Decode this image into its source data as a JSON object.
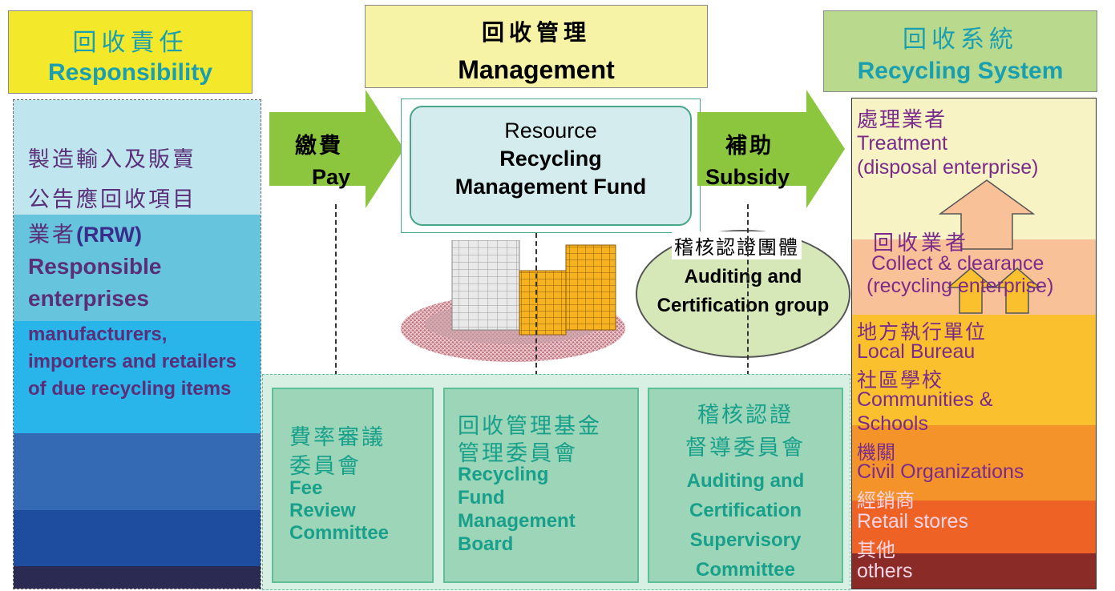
{
  "responsibility": {
    "title_zh": "回收責任",
    "title_en": "Responsibility",
    "lines_zh": [
      "製造輸入及販賣",
      "公告應回收項目"
    ],
    "rrw_zh": "業者",
    "rrw_en": "(RRW)",
    "responsible_en": "Responsible enterprises",
    "detail_en": "manufacturers, importers and retailers of due recycling items"
  },
  "management": {
    "title_zh": "回收管理",
    "title_en": "Management",
    "pay_zh": "繳費",
    "pay_en": "Pay",
    "subsidy_zh": "補助",
    "subsidy_en": "Subsidy",
    "fund_line1": "Resource",
    "fund_line2": "Recycling",
    "fund_line3": "Management Fund",
    "auditing_zh": "稽核認證團體",
    "auditing_en": "Auditing and Certification group"
  },
  "committees": [
    {
      "zh1": "費率審議",
      "zh2": "委員會",
      "en": [
        "Fee",
        "Review",
        "Committee"
      ]
    },
    {
      "zh1": "回收管理基金",
      "zh2": "管理委員會",
      "en": [
        "Recycling",
        "Fund",
        "Management",
        "Board"
      ]
    },
    {
      "zh1": "稽核認證",
      "zh2": "督導委員會",
      "en": [
        "Auditing and",
        "Certification",
        "Supervisory",
        "Committee"
      ]
    }
  ],
  "system": {
    "title_zh": "回收系統",
    "title_en": "Recycling System",
    "treatment_zh": "處理業者",
    "treatment_en1": "Treatment",
    "treatment_en2": "(disposal enterprise)",
    "collect_zh": "回收業者",
    "collect_en1": "Collect & clearance",
    "collect_en2": "(recycling enterprise)",
    "local_zh": "地方執行單位",
    "local_en": "Local Bureau",
    "comm_zh": "社區學校",
    "comm_en1": "Communities &",
    "comm_en2": "Schools",
    "civil_zh": "機關",
    "civil_en": "Civil Organizations",
    "retail_zh": "經銷商",
    "retail_en": "Retail stores",
    "other_zh": "其他",
    "other_en": "others"
  },
  "colors": {
    "yellow_header": "#f3e92a",
    "pale_yellow": "#f7f3a6",
    "green_header": "#b9d98d",
    "arrow_green": "#8cc63f",
    "cyan_text": "#1a9fb0",
    "purple_text": "#7b2b8a",
    "teal_text": "#18a08b"
  }
}
